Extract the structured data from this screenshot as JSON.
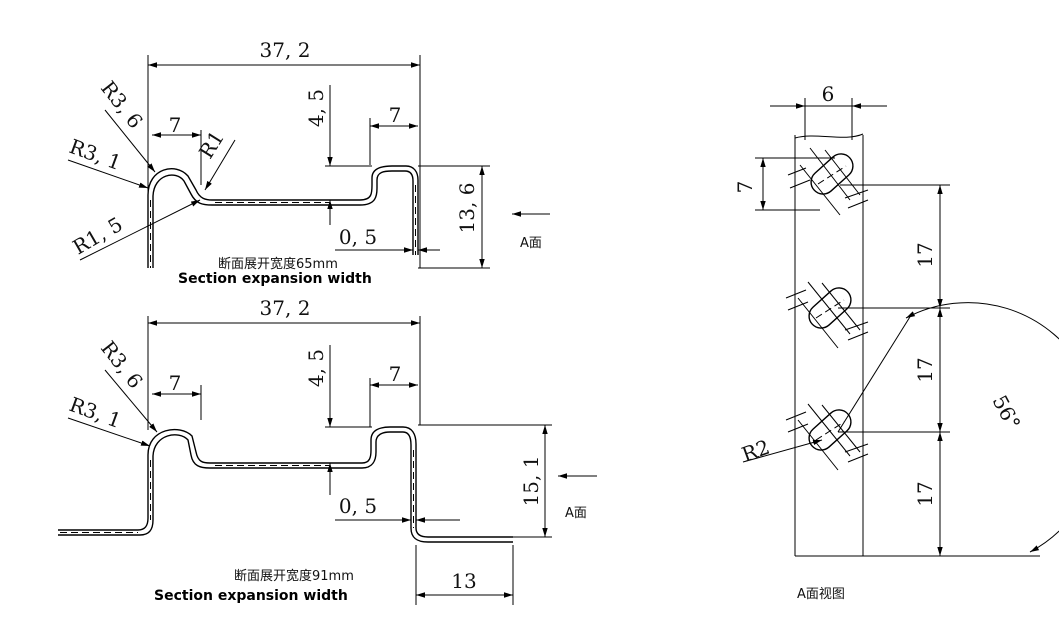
{
  "top_profile": {
    "width_dim": "37, 2",
    "r36": "R3, 6",
    "r31": "R3, 1",
    "r15": "R1, 5",
    "r1": "R1",
    "left_seven": "7",
    "right_seven": "7",
    "depth": "4, 5",
    "height": "13, 6",
    "thickness": "0, 5",
    "view_label": "A面",
    "caption_cn": "断面展开宽度65mm",
    "caption_en": "Section expansion width"
  },
  "bottom_profile": {
    "width_dim": "37, 2",
    "r36": "R3, 6",
    "r31": "R3, 1",
    "left_seven": "7",
    "right_seven": "7",
    "depth": "4, 5",
    "height": "15, 1",
    "thickness": "0, 5",
    "flange": "13",
    "view_label": "A面",
    "caption_cn": "断面展开宽度91mm",
    "caption_en": "Section expansion width"
  },
  "a_view": {
    "slot_pitch": "6",
    "slot_height": "7",
    "spacing_1": "17",
    "spacing_2": "17",
    "spacing_3": "17",
    "radius": "R2",
    "angle": "56°",
    "title": "A面视图"
  }
}
